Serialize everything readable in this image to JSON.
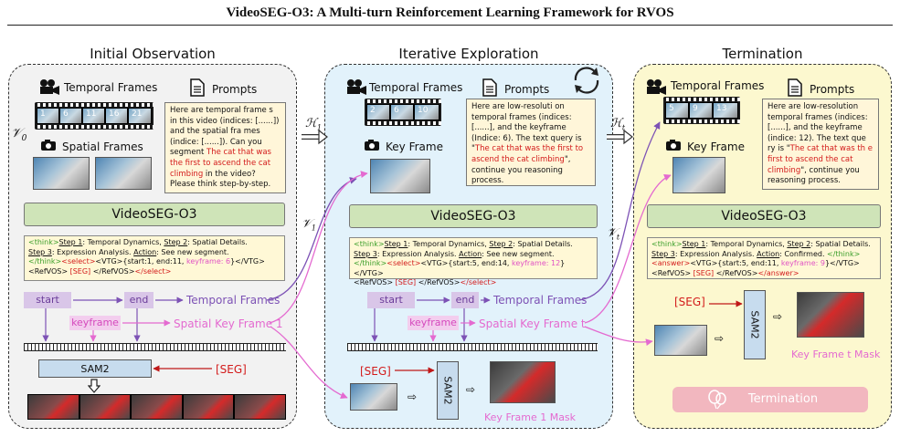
{
  "title": "VideoSEG-O3: A Multi-turn Reinforcement Learning Framework for RVOS",
  "sections": {
    "initial": "Initial Observation",
    "iterative": "Iterative Exploration",
    "termination": "Termination"
  },
  "labels": {
    "temporal_frames": "Temporal Frames",
    "spatial_frames": "Spatial Frames",
    "key_frame": "Key Frame",
    "prompts": "Prompts",
    "model": "VideoSEG-O3",
    "sam2": "SAM2",
    "seg": "[SEG]",
    "start": "start",
    "end": "end",
    "keyframe": "keyframe",
    "temporal_frames_out": "Temporal Frames",
    "spatial_key_frame_1": "Spatial Key Frame 1",
    "spatial_key_frame_t": "Spatial Key Frame t",
    "key_frame_1_mask": "Key Frame 1 Mask",
    "key_frame_t_mask": "Key Frame t Mask",
    "termination_button": "Termination",
    "v0": "𝒱",
    "v0_sub": "0",
    "h1": "ℋ",
    "h1_sub": "1",
    "v1": "𝒱",
    "v1_sub": "1",
    "ht": "ℋ",
    "ht_sub": "t",
    "vt": "𝒱",
    "vt_sub": "t"
  },
  "frame_numbers": {
    "p1": [
      "1",
      "6",
      "11",
      "16",
      "21"
    ],
    "p2": [
      "2",
      "6",
      "10"
    ],
    "p3": [
      "5",
      "9",
      "13"
    ]
  },
  "prompt1": {
    "a": "Here are temporal frame s in this video (indices: [......]) and the spatial fra mes (indice: [......]). Can you segment ",
    "query": "The cat that was the first to ascend the cat climbing",
    "b": " in the video? Please think step-by-step."
  },
  "prompt2": {
    "a": "Here are low-resoluti on temporal frames (indices: [......], and the keyframe (Indice: 6). The text query is \"",
    "query": "The cat that was the first to ascend the cat climbing",
    "b": "\", continue you reasoning process."
  },
  "prompt3": {
    "a": "Here are low-resolution temporal frames (indices: [......], and the keyframe (indice: 12). The text que ry is \"",
    "query": "The cat that was th e first to ascend the cat climbing",
    "b": "\", continue you reasoning process."
  },
  "think1": {
    "open": "<think>",
    "s1": "Step 1",
    "s1t": ": Temporal Dynamics, ",
    "s2": "Step 2",
    "s2t": ": Spatial Details.",
    "s3": "Step 3",
    "s3t": ": Expression Analysis. ",
    "act": "Action",
    "actt": ": See new segment.",
    "close": "</think>",
    "sel": "<select>",
    "vtg": "<VTG>{start:1, end:11, ",
    "kf": "keyframe: 6",
    "vtg2": "}</VTG>",
    "ref": "<RefVOS> ",
    "seg": "[SEG]",
    "ref2": " </RefVOS>",
    "selc": "</select>"
  },
  "think2": {
    "open": "<think>",
    "s1": "Step 1",
    "s1t": ": Temporal Dynamics, ",
    "s2": "Step 2",
    "s2t": ": Spatial Details.",
    "s3": "Step 3",
    "s3t": ": Expression Analysis. ",
    "act": "Action",
    "actt": ": See new segment.",
    "close": "</think>",
    "sel": "<select>",
    "vtg": "<VTG>{start:5, end:14, ",
    "kf": "keyframe: 12",
    "vtg2": "}</VTG>",
    "ref": "<RefVOS> ",
    "seg": "[SEG]",
    "ref2": " </RefVOS>",
    "selc": "</select>"
  },
  "think3": {
    "open": "<think>",
    "s1": "Step 1",
    "s1t": ": Temporal Dynamics, ",
    "s2": "Step 2",
    "s2t": ": Spatial Details.",
    "s3": "Step 3",
    "s3t": ": Expression Analysis. ",
    "act": "Action",
    "actt": ": Confirmed. ",
    "close": "</think>",
    "sel": "<answer>",
    "vtg": "<VTG>{start:5, end:11, ",
    "kf": "keyframe: 9",
    "vtg2": "}</VTG>",
    "ref": "<RefVOS> ",
    "seg": "[SEG]",
    "ref2": " </RefVOS>",
    "selc": "</answer>"
  },
  "icons": [
    "camera-icon",
    "document-icon",
    "cycle-arrows-icon",
    "balloon-icon",
    "down-arrow-icon"
  ],
  "colors": {
    "panel1": "#f2f2f2",
    "panel2": "#e2f2fb",
    "panel3": "#fcf8cf",
    "model": "#cfe4b8",
    "purple": "#7d52b5",
    "pink": "#e46ad0",
    "red": "#d31b1b",
    "termination": "#f2b7bf"
  }
}
